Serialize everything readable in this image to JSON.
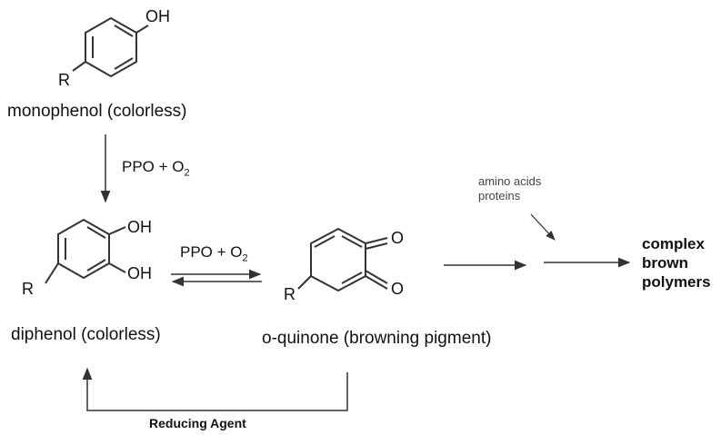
{
  "compounds": {
    "monophenol": {
      "label": "monophenol (colorless)",
      "oh": "OH",
      "r": "R"
    },
    "diphenol": {
      "label": "diphenol (colorless)",
      "oh_top": "OH",
      "oh_bottom": "OH",
      "r": "R"
    },
    "quinone": {
      "label": "o-quinone (browning pigment)",
      "o_top": "O",
      "o_bottom": "O",
      "r": "R"
    },
    "polymers": {
      "lines": [
        "complex",
        "brown",
        "polymers"
      ]
    }
  },
  "reagents": {
    "step1": {
      "main": "PPO + O",
      "sub": "2"
    },
    "step2": {
      "main": "PPO + O",
      "sub": "2"
    },
    "side_inputs": [
      "amino acids",
      "proteins"
    ],
    "reduction": "Reducing Agent"
  },
  "colors": {
    "ink": "#111111",
    "line": "#333333",
    "muted": "#444444"
  }
}
